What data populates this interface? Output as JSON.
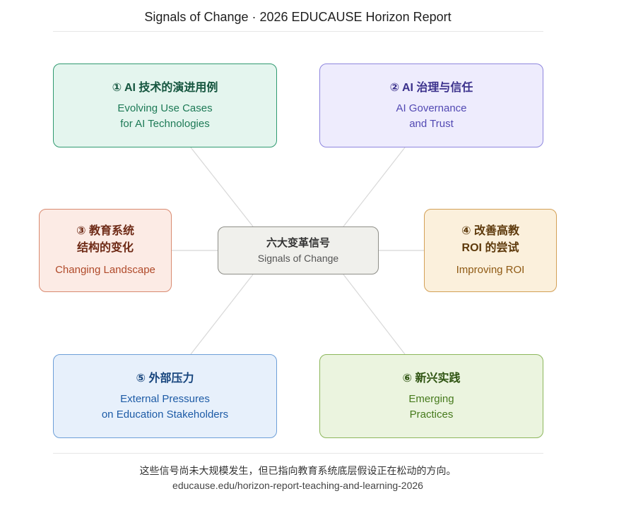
{
  "title": "Signals of Change · 2026 EDUCAUSE Horizon Report",
  "center": {
    "zh": "六大变革信号",
    "en": "Signals of Change"
  },
  "signals": [
    {
      "zh": "① AI 技术的演进用例",
      "en_1": "Evolving Use Cases",
      "en_2": "for AI Technologies",
      "color": "#2f9a70"
    },
    {
      "zh": "② AI 治理与信任",
      "en_1": "AI Governance",
      "en_2": "and Trust",
      "color": "#8e86de"
    },
    {
      "zh_1": "③ 教育系统",
      "zh_2": "结构的变化",
      "en": "Changing Landscape",
      "color": "#d98a70"
    },
    {
      "zh_1": "④ 改善高教",
      "zh_2": "ROI 的尝试",
      "en": "Improving ROI",
      "color": "#d3a056"
    },
    {
      "zh": "⑤ 外部压力",
      "en_1": "External Pressures",
      "en_2": "on Education Stakeholders",
      "color": "#6d9fd8"
    },
    {
      "zh": "⑥ 新兴实践",
      "en_1": "Emerging",
      "en_2": "Practices",
      "color": "#8cb65b"
    }
  ],
  "footer": {
    "note": "这些信号尚未大规模发生，但已指向教育系统底层假设正在松动的方向。",
    "url": "educause.edu/horizon-report-teaching-and-learning-2026"
  }
}
